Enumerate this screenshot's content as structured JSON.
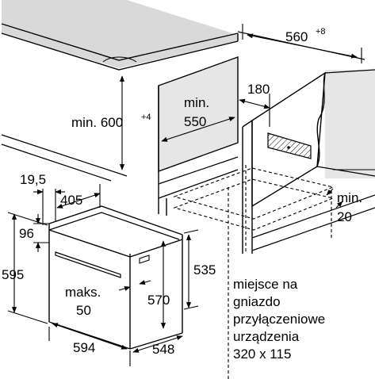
{
  "dimensions": {
    "cabinet_depth": "560",
    "cabinet_depth_tol": "+8",
    "cabinet_height_min": "min. 600",
    "cabinet_height_tol": "+4",
    "inner_width_min_line1": "min.",
    "inner_width_min_line2": "550",
    "opening_180": "180",
    "gap_min_line1": "min.",
    "gap_min_line2": "20",
    "door_19_5": "19,5",
    "door_405": "405",
    "panel_96": "96",
    "front_height_595": "595",
    "body_height_535": "535",
    "max_line1": "maks.",
    "max_line2": "50",
    "inner_height_570": "570",
    "front_width_594": "594",
    "depth_548": "548"
  },
  "socket_note": {
    "line1": "miejsce na",
    "line2": "gniazdo",
    "line3": "przyłączeniowe",
    "line4": "urządzenia",
    "line5": "320 x 115"
  },
  "colors": {
    "line": "#000000",
    "countertop_fill": "#d9d9d9",
    "cabinet_fill": "#d9d9d9",
    "socket_fill": "#cfcfcf"
  }
}
